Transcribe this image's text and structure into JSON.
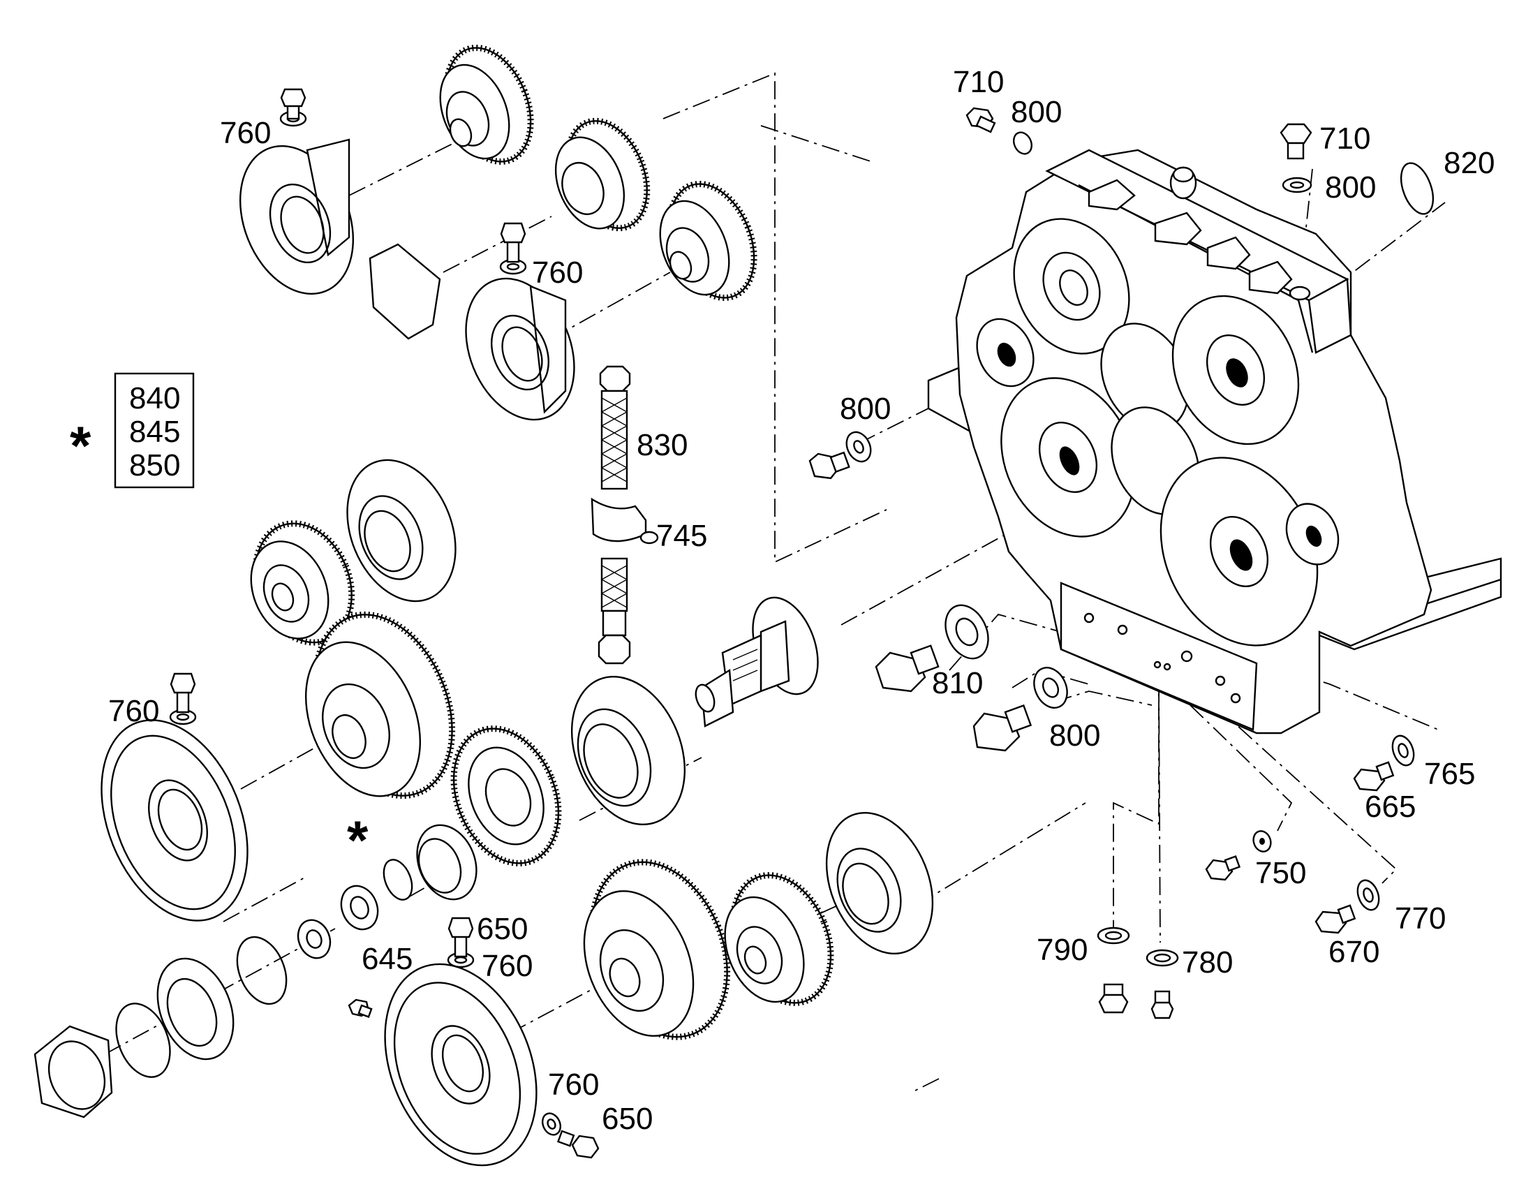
{
  "legend": {
    "star": "*",
    "items": [
      "840",
      "845",
      "850"
    ]
  },
  "callouts": [
    {
      "id": "c710a",
      "text": "710"
    },
    {
      "id": "c800a",
      "text": "800"
    },
    {
      "id": "c710b",
      "text": "710"
    },
    {
      "id": "c820",
      "text": "820"
    },
    {
      "id": "c800b",
      "text": "800"
    },
    {
      "id": "c760a",
      "text": "760"
    },
    {
      "id": "c760b",
      "text": "760"
    },
    {
      "id": "c800c",
      "text": "800"
    },
    {
      "id": "c830",
      "text": "830"
    },
    {
      "id": "c745",
      "text": "745"
    },
    {
      "id": "c810",
      "text": "810"
    },
    {
      "id": "c800d",
      "text": "800"
    },
    {
      "id": "c760c",
      "text": "760"
    },
    {
      "id": "c765",
      "text": "765"
    },
    {
      "id": "c665",
      "text": "665"
    },
    {
      "id": "c750",
      "text": "750"
    },
    {
      "id": "c770",
      "text": "770"
    },
    {
      "id": "c670",
      "text": "670"
    },
    {
      "id": "c790",
      "text": "790"
    },
    {
      "id": "c780",
      "text": "780"
    },
    {
      "id": "c650a",
      "text": "650"
    },
    {
      "id": "c760d",
      "text": "760"
    },
    {
      "id": "c645",
      "text": "645"
    },
    {
      "id": "c760e",
      "text": "760"
    },
    {
      "id": "c650b",
      "text": "650"
    },
    {
      "id": "cstar",
      "text": "*"
    }
  ]
}
